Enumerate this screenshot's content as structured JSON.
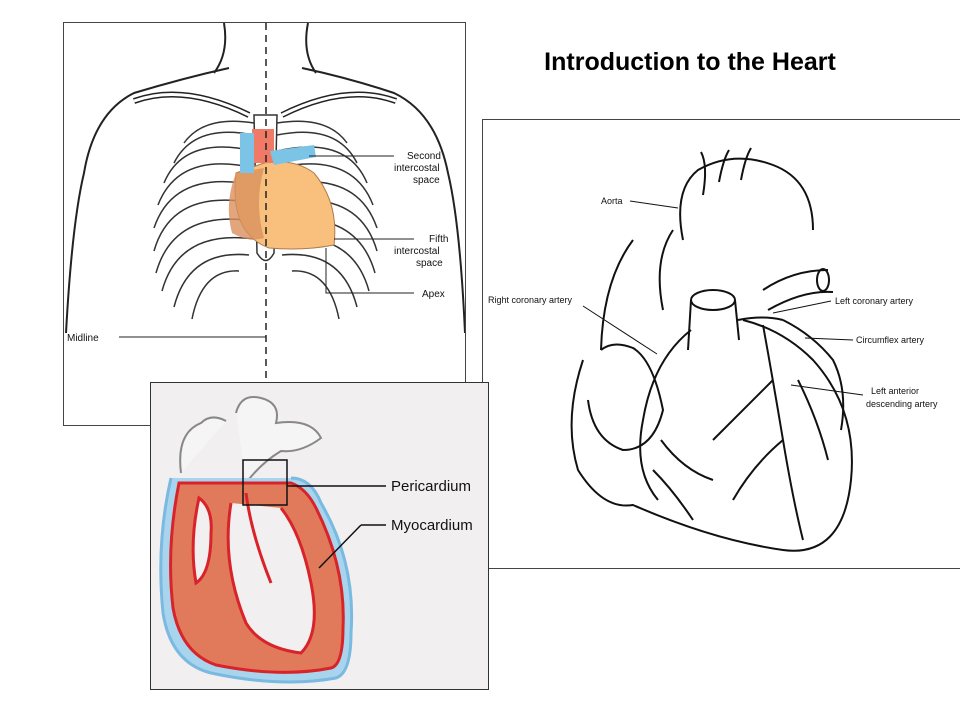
{
  "title": "Introduction to the Heart",
  "chest_figure": {
    "labels": {
      "second_intercostal": [
        "Second",
        "intercostal",
        "space"
      ],
      "fifth_intercostal": [
        "Fifth",
        "intercostal",
        "space"
      ],
      "apex": "Apex",
      "midline": "Midline"
    }
  },
  "coronary_figure": {
    "labels": {
      "aorta": "Aorta",
      "right_coronary": "Right coronary artery",
      "left_coronary": "Left coronary artery",
      "circumflex": "Circumflex artery",
      "lad": [
        "Left anterior",
        "descending artery"
      ]
    }
  },
  "section_figure": {
    "labels": {
      "pericardium": "Pericardium",
      "myocardium": "Myocardium"
    },
    "colors": {
      "pericardium": "#a8d4ee",
      "myocardium": "#e07a5a",
      "wall": "#d9232a",
      "background": "#f1eff0"
    }
  }
}
